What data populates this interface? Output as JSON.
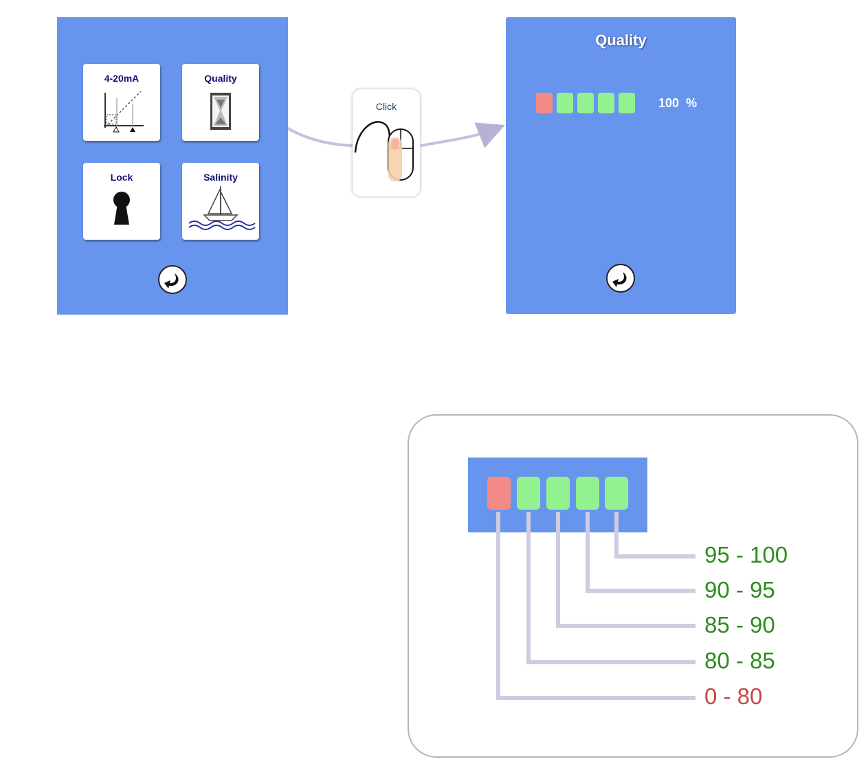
{
  "menu": {
    "tiles": [
      {
        "label": "4-20mA",
        "icon": "current-loop-chart-icon"
      },
      {
        "label": "Quality",
        "icon": "hourglass-icon"
      },
      {
        "label": "Lock",
        "icon": "keyhole-icon"
      },
      {
        "label": "Salinity",
        "icon": "sailboat-icon"
      }
    ],
    "back_icon": "back-arrow-icon"
  },
  "click_hint": {
    "label": "Click",
    "icon": "mouse-click-icon"
  },
  "quality_screen": {
    "title": "Quality",
    "value": "100",
    "unit": "%",
    "bars": [
      {
        "state": "bad"
      },
      {
        "state": "good"
      },
      {
        "state": "good"
      },
      {
        "state": "good"
      },
      {
        "state": "good"
      }
    ],
    "back_icon": "back-arrow-icon"
  },
  "legend": {
    "ranges": [
      {
        "label": "95 - 100",
        "color": "#2e8c1e"
      },
      {
        "label": "90 - 95",
        "color": "#2e8c1e"
      },
      {
        "label": "85 - 90",
        "color": "#2e8c1e"
      },
      {
        "label": "80 - 85",
        "color": "#2e8c1e"
      },
      {
        "label": "0 - 80",
        "color": "#c24a46"
      }
    ]
  },
  "colors": {
    "panel": "#6795ee",
    "bar_good": "#92f28f",
    "bar_bad": "#f48a86",
    "connector": "#cfcbe0"
  }
}
